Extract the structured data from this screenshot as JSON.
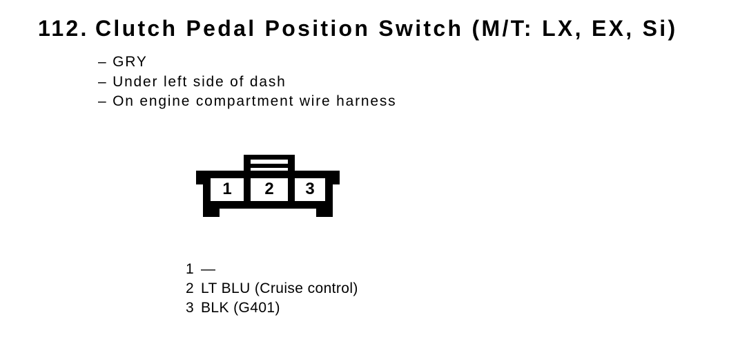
{
  "header": {
    "number": "112.",
    "title": "Clutch Pedal Position Switch (M/T: LX, EX, Si)"
  },
  "notes": [
    "– GRY",
    "– Under left side of dash",
    "– On engine compartment wire harness"
  ],
  "connector": {
    "pins": [
      "1",
      "2",
      "3"
    ]
  },
  "pin_legend": {
    "rows": [
      {
        "pin": "1",
        "label": "—"
      },
      {
        "pin": "2",
        "label": "LT BLU (Cruise control)"
      },
      {
        "pin": "3",
        "label": "BLK (G401)"
      }
    ]
  },
  "colors": {
    "ink": "#000000",
    "paper": "#ffffff"
  }
}
